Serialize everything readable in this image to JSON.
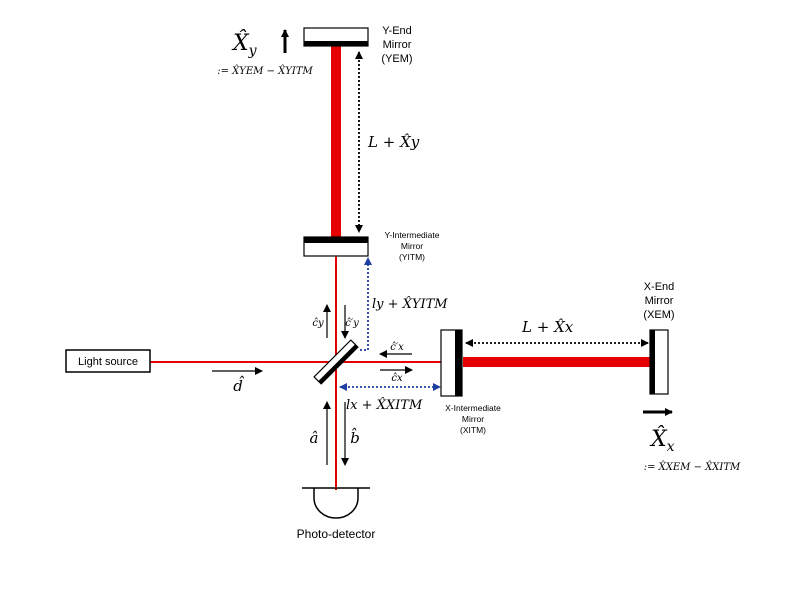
{
  "light_source": {
    "label": "Light source"
  },
  "photo_detector": {
    "label": "Photo-detector"
  },
  "y_end_mirror": {
    "line1": "Y-End",
    "line2": "Mirror",
    "line3": "(YEM)"
  },
  "y_intermediate_mirror": {
    "line1": "Y-Intermediate",
    "line2": "Mirror",
    "line3": "(YITM)"
  },
  "x_end_mirror": {
    "line1": "X-End",
    "line2": "Mirror",
    "line3": "(XEM)"
  },
  "x_intermediate_mirror": {
    "line1": "X-Intermediate",
    "line2": "Mirror",
    "line3": "(XITM)"
  },
  "symbols": {
    "Xy_hat": "X̂",
    "Xy_sub": "y",
    "Xy_def": ":= X̂YEM − X̂YITM",
    "Xx_hat": "X̂",
    "Xx_sub": "x",
    "Xx_def": ":= X̂XEM − X̂XITM",
    "L_plus_Xy": "L + X̂y",
    "L_plus_Xx": "L + X̂x",
    "ly_plus_XYITM": "ly + X̂YITM",
    "lx_plus_XXITM": "lx + X̂XITM",
    "d_hat": "d̂",
    "a_hat": "â",
    "b_hat": "b̂",
    "cy_hat": "ĉy",
    "cy_prime": "ĉ′y",
    "cx_hat": "ĉx",
    "cx_prime": "ĉ′x"
  },
  "colors": {
    "beam": "#e60000",
    "dotted_blue": "#1f3fa0",
    "black": "#000000"
  }
}
